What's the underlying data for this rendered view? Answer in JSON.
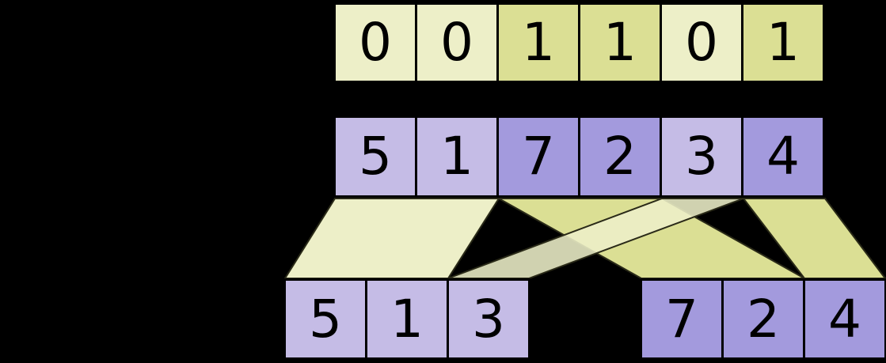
{
  "diagram": {
    "mask_row": {
      "cells": [
        "0",
        "0",
        "1",
        "1",
        "0",
        "1"
      ]
    },
    "value_row": {
      "cells": [
        "5",
        "1",
        "7",
        "2",
        "3",
        "4"
      ]
    },
    "output_left": {
      "cells": [
        "5",
        "1",
        "3"
      ]
    },
    "output_right": {
      "cells": [
        "7",
        "2",
        "4"
      ]
    }
  },
  "colors": {
    "bg": "#000000",
    "mask-zero": "#edefc8",
    "mask-one": "#dbdf94",
    "val-zero": "#c5bce6",
    "val-one": "#a39add",
    "cell-border": "#000000",
    "band-light": "#edefc8",
    "band-dark": "#dbdf94",
    "band-stroke": "#2a2a18",
    "digit": "#000000"
  }
}
